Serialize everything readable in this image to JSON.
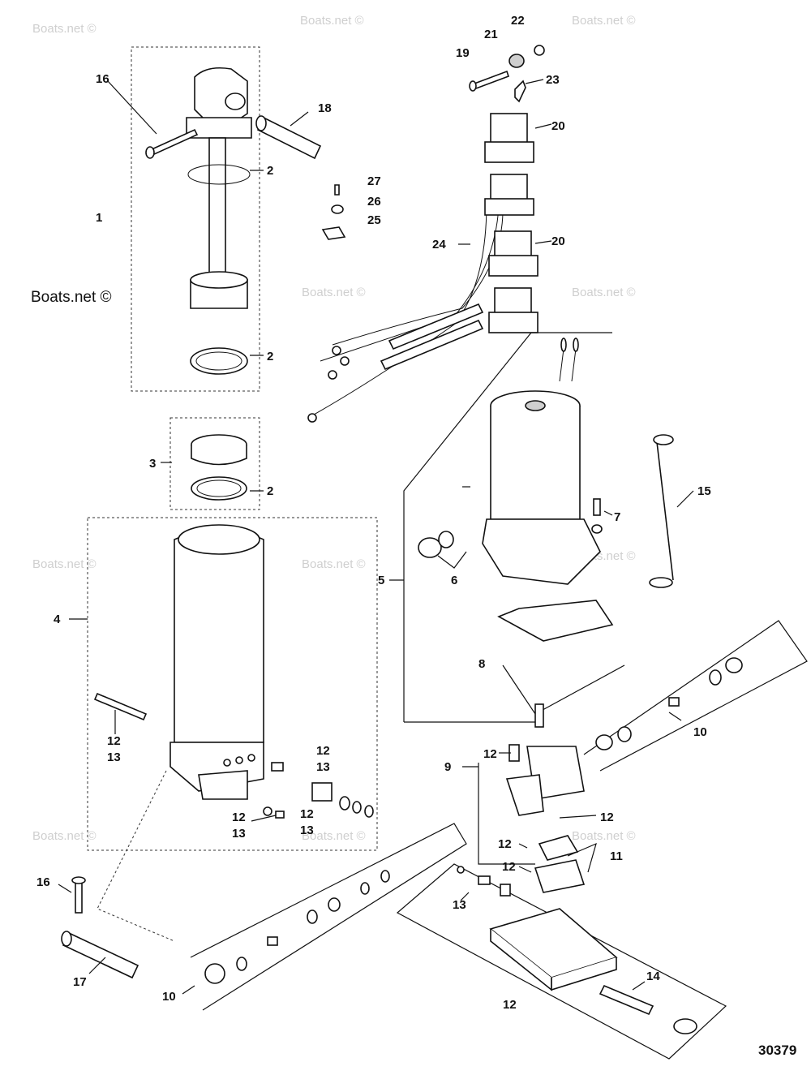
{
  "watermark": "Boats.net ©",
  "figure_number": "30379",
  "callouts": {
    "c1": "1",
    "c2a": "2",
    "c2b": "2",
    "c2c": "2",
    "c3": "3",
    "c4": "4",
    "c5": "5",
    "c6": "6",
    "c7": "7",
    "c8": "8",
    "c9": "9",
    "c10a": "10",
    "c10b": "10",
    "c11": "11",
    "c12a": "12",
    "c13a": "13",
    "c12b": "12",
    "c13b": "13",
    "c12c": "12",
    "c13c": "13",
    "c12d": "12",
    "c13d": "13",
    "c12e": "12",
    "c12f": "12",
    "c12g": "12",
    "c12h": "12",
    "c12i": "12",
    "c13e": "13",
    "c14": "14",
    "c15": "15",
    "c16a": "16",
    "c16b": "16",
    "c17": "17",
    "c18": "18",
    "c19": "19",
    "c20a": "20",
    "c20b": "20",
    "c21": "21",
    "c22": "22",
    "c23": "23",
    "c24": "24",
    "c25": "25",
    "c26": "26",
    "c27": "27"
  }
}
